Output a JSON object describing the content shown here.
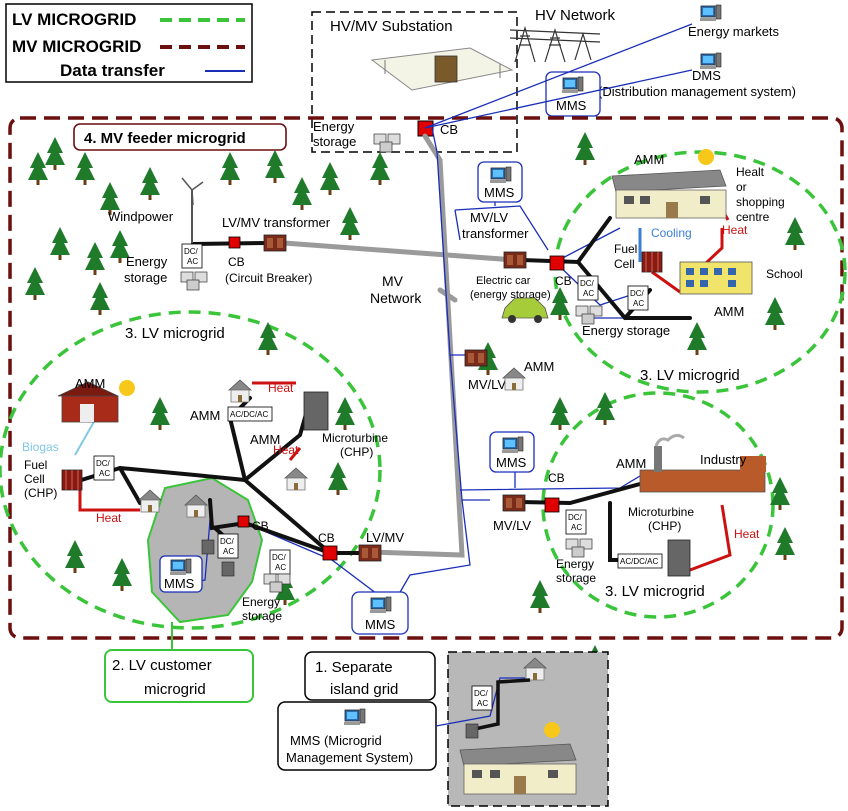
{
  "legend": {
    "lv": "LV MICROGRID",
    "mv": "MV MICROGRID",
    "data": "Data transfer"
  },
  "colors": {
    "lv_border": "#3ac43a",
    "mv_border": "#6b0f0f",
    "data_line": "#1a2fb8",
    "power_line": "#111111",
    "mv_line": "#9a9a9a",
    "cb": "#e00000",
    "heat": "#cc1111",
    "cooling": "#3a7fd5",
    "biogas": "#7fc8e8",
    "island_bg": "#b8b8b8",
    "customer_bg": "#b5b5b5",
    "tree": "#1f7a2a"
  },
  "substation": {
    "title": "HV/MV Substation",
    "cb": "CB"
  },
  "hv_network": "HV Network",
  "energy_markets": "Energy markets",
  "dms": {
    "line1": "DMS",
    "line2": "(Distribution management system)"
  },
  "mms": "MMS",
  "mv_feeder": "4. MV feeder microgrid",
  "energy_storage_top": {
    "line1": "Energy",
    "line2": "storage"
  },
  "windpower": "Windpower",
  "lvmv_transformer": "LV/MV transformer",
  "cb": "CB",
  "cb_circuit": "(Circuit Breaker)",
  "dcac": {
    "l1": "DC/",
    "l2": "AC"
  },
  "acdcac": "AC/DC/AC",
  "energy_storage": {
    "line1": "Energy",
    "line2": "storage"
  },
  "energy_storage_single": "Energy storage",
  "mv_network": {
    "line1": "MV",
    "line2": "Network"
  },
  "mvlv_transformer": {
    "line1": "MV/LV",
    "line2": "transformer"
  },
  "electric_car": {
    "line1": "Electric car",
    "line2": "(energy storage)"
  },
  "mvlv": "MV/LV",
  "lvmv": "LV/MV",
  "amm": "AMM",
  "heat": "Heat",
  "cooling": "Cooling",
  "biogas": "Biogas",
  "fuel_cell": {
    "line1": "Fuel",
    "line2": "Cell"
  },
  "fuel_cell_chp": {
    "line1": "Fuel",
    "line2": "Cell",
    "line3": "(CHP)"
  },
  "heath_centre": {
    "line1": "Healt",
    "line2": "or",
    "line3": "shopping",
    "line4": "centre"
  },
  "school": "School",
  "industry": "Industry",
  "microturbine": {
    "line1": "Microturbine",
    "line2": "(CHP)"
  },
  "lv_microgrid_label": "3. LV microgrid",
  "lv_microgrid_label_right": "3. LV microgrid",
  "lv_customer": {
    "line1": "2. LV customer",
    "line2": "microgrid"
  },
  "island": {
    "line1": "1. Separate",
    "line2": "island grid"
  },
  "mms_full": {
    "line1": "MMS (Microgrid",
    "line2": "Management System)"
  }
}
